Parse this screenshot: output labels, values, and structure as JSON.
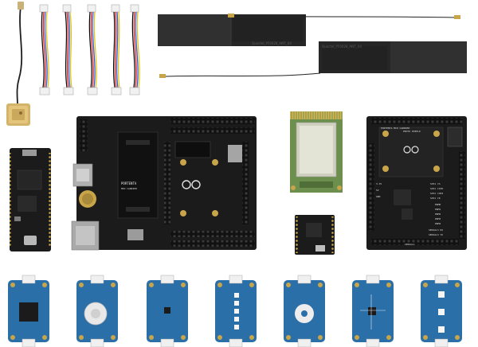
{
  "colors": {
    "background": "#ffffff",
    "pcb_black": "#1b1b1b",
    "pcb_blue": "#2a6fa8",
    "pcb_green": "#6c8f4e",
    "gold": "#c9a54a",
    "antenna": "#2b2b2b"
  },
  "labels": {
    "antenna_1": "Quectel_YF0028_ANT_XX",
    "antenna_2": "Quectel_YF0028_ANT_XX",
    "carrier_name_1": "PORTENTA",
    "carrier_name_2": "MID CARRIER",
    "proto_name_1": "PORTENTA MID CARRIER",
    "proto_name_2": "PROTO SHIELD",
    "spi1_cs": "SPI1 CS",
    "spi1_cipo": "SPI1 CIPO",
    "spi1_copi": "SPI1 COPI",
    "spi1_ck": "SPI1 CK",
    "pwm0": "PWM0",
    "pwm1": "PWM1",
    "pwm2": "PWM2",
    "pwm3": "PWM3",
    "pwm4": "PWM4",
    "serial3_rx": "SERIAL3 RX",
    "serial3_tx": "SERIAL3 TX",
    "serial1": "SERIAL1",
    "proto_3v3": "3.3V",
    "proto_5v": "5V",
    "proto_gnd": "GND"
  },
  "icons": [
    "arduino-infinity-logo-icon"
  ]
}
